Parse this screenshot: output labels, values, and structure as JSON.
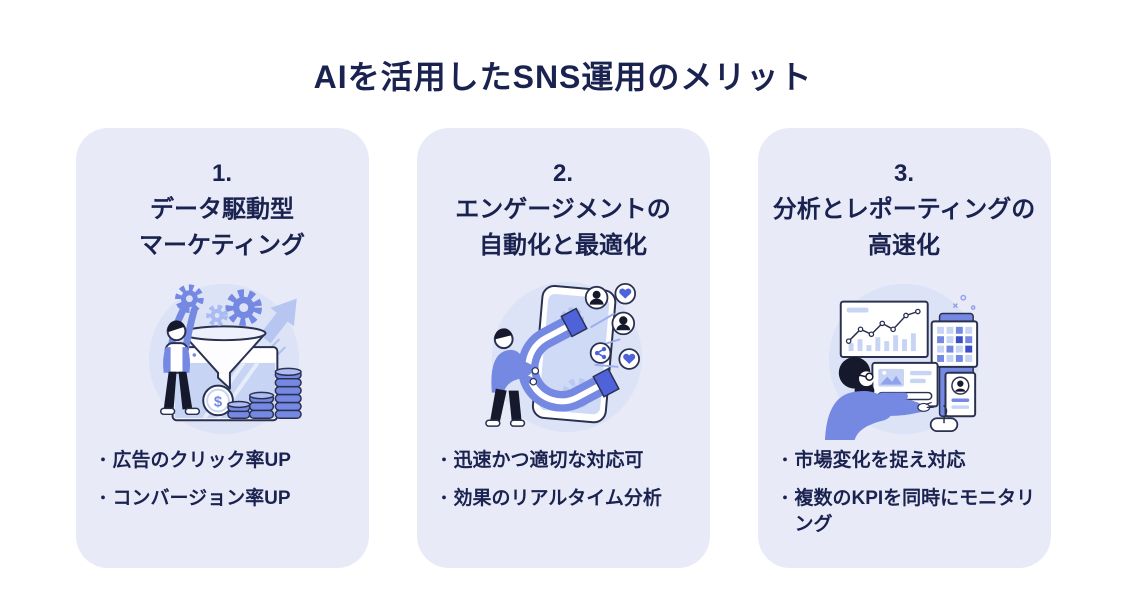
{
  "page": {
    "title": "AIを活用したSNS運用のメリット",
    "bullet_marker": "・"
  },
  "colors": {
    "background": "#ffffff",
    "card_background": "#e9eaf8",
    "text": "#1a2350",
    "illustration_primary": "#7589e3",
    "illustration_secondary": "#c7d4f4",
    "illustration_blob": "#dce3f7",
    "illustration_dark": "#16192b",
    "illustration_outline": "#2a3150"
  },
  "cards": [
    {
      "number": "1.",
      "title_line1": "データ駆動型",
      "title_line2": "マーケティング",
      "illustration": "funnel-gears-coins-illustration",
      "bullets": [
        "広告のクリック率UP",
        "コンバージョン率UP"
      ]
    },
    {
      "number": "2.",
      "title_line1": "エンゲージメントの",
      "title_line2": "自動化と最適化",
      "illustration": "magnet-engagement-illustration",
      "bullets": [
        "迅速かつ適切な対応可",
        "効果のリアルタイム分析"
      ]
    },
    {
      "number": "3.",
      "title_line1": "分析とレポーティングの",
      "title_line2": "高速化",
      "illustration": "analytics-dashboards-illustration",
      "bullets": [
        "市場変化を捉え対応",
        "複数のKPIを同時にモニタリング"
      ]
    }
  ]
}
